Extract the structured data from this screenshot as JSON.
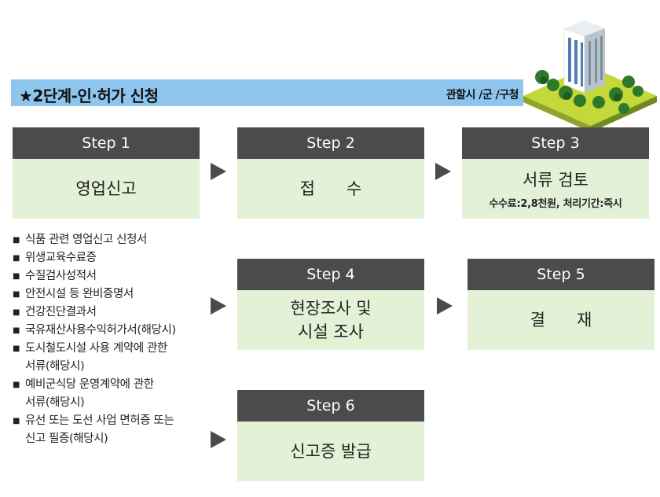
{
  "banner": {
    "title": "★2단계-인·허가 신청",
    "right_label": "관할시 /군 /구청"
  },
  "steps": [
    {
      "label": "Step 1",
      "text": "영업신고"
    },
    {
      "label": "Step 2",
      "text": "접      수"
    },
    {
      "label": "Step 3",
      "text": "서류 검토",
      "subtext": "수수료:2,8천원, 처리기간:즉시"
    },
    {
      "label": "Step 4",
      "line1": "현장조사 및",
      "line2": "시설 조사"
    },
    {
      "label": "Step 5",
      "text": "결      재"
    },
    {
      "label": "Step 6",
      "text": "신고증 발급"
    }
  ],
  "documents": [
    {
      "line1": "식품 관련 영업신고 신청서"
    },
    {
      "line1": "위생교육수료증"
    },
    {
      "line1": "수질검사성적서"
    },
    {
      "line1": "안전시설 등 완비증명서"
    },
    {
      "line1": "건강진단결과서"
    },
    {
      "line1": "국유재산사용수익허가서(해당시)"
    },
    {
      "line1": "도시철도시설 사용 계약에 관한",
      "line2": "서류(해당시)"
    },
    {
      "line1": "예비군식당 운영계약에 관한",
      "line2": "서류(해당시)"
    },
    {
      "line1": "유선 또는 도선 사업 면허증 또는",
      "line2": "신고 필증(해당시)"
    }
  ],
  "colors": {
    "banner": "#8ec5ee",
    "step_header": "#4d4a4b",
    "step_body": "#e3f1d6"
  }
}
